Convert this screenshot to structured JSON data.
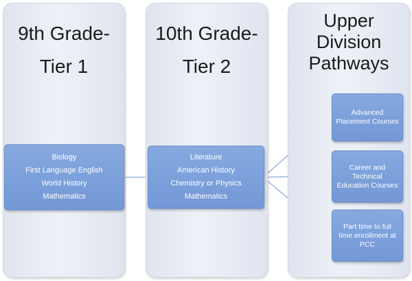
{
  "columns": [
    {
      "title_lines": [
        "9th Grade-",
        "Tier 1"
      ],
      "box_lines": [
        "Biology",
        "First Language English",
        "World History",
        "Mathematics"
      ]
    },
    {
      "title_lines": [
        "10th Grade-",
        "Tier 2"
      ],
      "box_lines": [
        "Literature",
        "American History",
        "Chemistry or Physics",
        "Mathematics"
      ]
    },
    {
      "title_lines": [
        "Upper",
        "Division",
        "Pathways"
      ]
    }
  ],
  "pathways": [
    {
      "lines": [
        "Advanced",
        "Placement Courses"
      ]
    },
    {
      "lines": [
        "Career and",
        "Technical",
        "Education Courses"
      ]
    },
    {
      "lines": [
        "Part time to full",
        "time enrollment at",
        "PCC"
      ]
    }
  ],
  "colors": {
    "box_fill": "#7a9fdb",
    "column_fill": "#e6eaf2",
    "connector": "#6f93cf"
  }
}
